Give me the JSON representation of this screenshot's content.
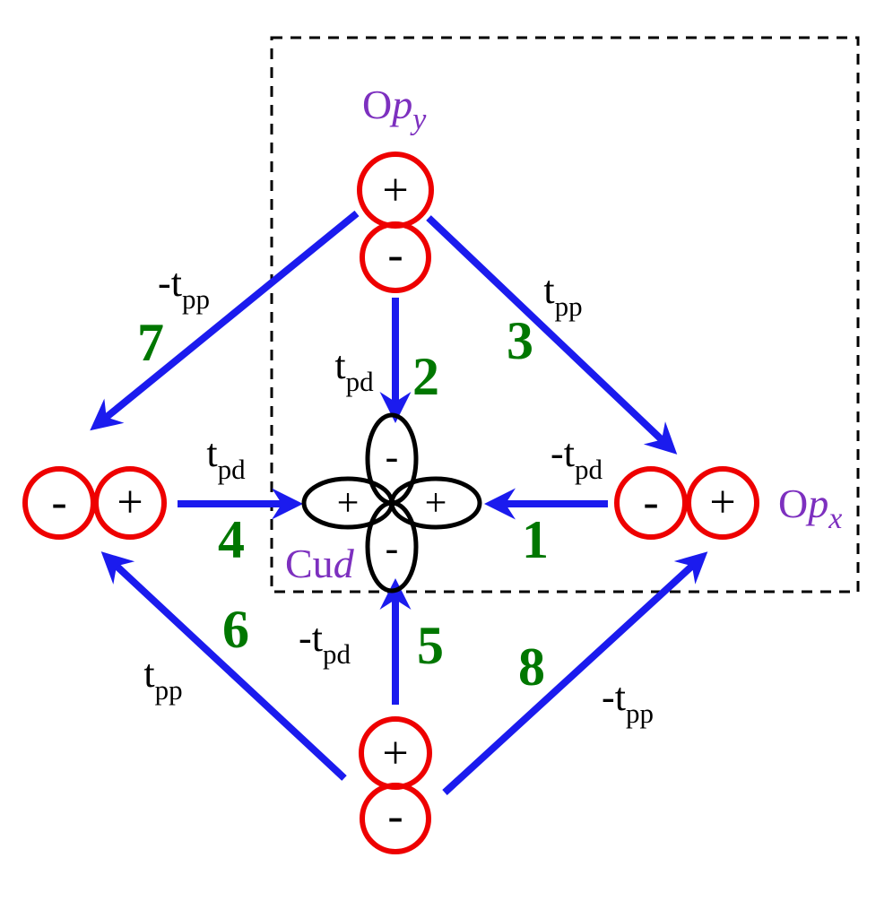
{
  "colors": {
    "orbital_red": "#ee0000",
    "arrow_blue": "#1b1bee",
    "number_green": "#007700",
    "label_purple": "#7d30bf",
    "lobe_black": "#000000"
  },
  "orbitals": {
    "top": {
      "label": {
        "element": "O",
        "orbital": "p",
        "sub": "y"
      },
      "signs": [
        "+",
        "-"
      ]
    },
    "right": {
      "label": {
        "element": "O",
        "orbital": "p",
        "sub": "x"
      },
      "signs": [
        "-",
        "+"
      ]
    },
    "left": {
      "signs": [
        "-",
        "+"
      ]
    },
    "bottom": {
      "signs": [
        "+",
        "-"
      ]
    },
    "center": {
      "label": {
        "element": "Cu",
        "orbital": "d"
      },
      "lobe_signs": {
        "top": "-",
        "bottom": "-",
        "left": "+",
        "right": "+"
      }
    }
  },
  "hops": [
    {
      "number": "1",
      "amplitude": "-t",
      "sub": "pd"
    },
    {
      "number": "2",
      "amplitude": "t",
      "sub": "pd"
    },
    {
      "number": "3",
      "amplitude": "t",
      "sub": "pp"
    },
    {
      "number": "4",
      "amplitude": "t",
      "sub": "pd"
    },
    {
      "number": "5",
      "amplitude": "-t",
      "sub": "pd"
    },
    {
      "number": "6",
      "amplitude": "t",
      "sub": "pp"
    },
    {
      "number": "7",
      "amplitude": "-t",
      "sub": "pp"
    },
    {
      "number": "8",
      "amplitude": "-t",
      "sub": "pp"
    }
  ]
}
